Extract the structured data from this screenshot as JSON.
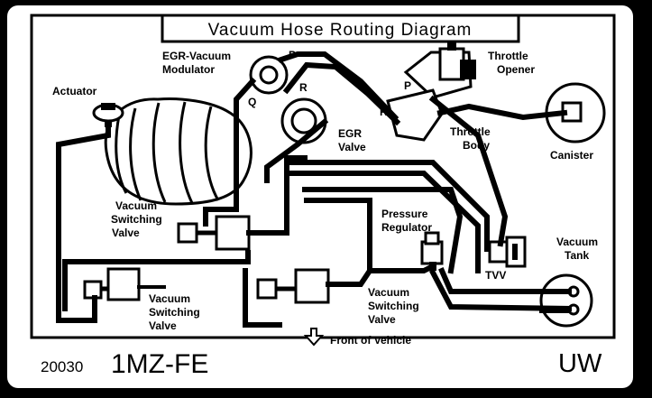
{
  "title": "Vacuum Hose Routing Diagram",
  "labels": {
    "actuator": "Actuator",
    "egr_modulator_1": "EGR-Vacuum",
    "egr_modulator_2": "Modulator",
    "egr_valve_1": "EGR",
    "egr_valve_2": "Valve",
    "throttle_opener_1": "Throttle",
    "throttle_opener_2": "Opener",
    "throttle_body_1": "Throttle",
    "throttle_body_2": "Body",
    "canister": "Canister",
    "vsv_upper_1": "Vacuum",
    "vsv_upper_2": "Switching",
    "vsv_upper_3": "Valve",
    "pressure_regulator_1": "Pressure",
    "pressure_regulator_2": "Regulator",
    "tvv": "TVV",
    "vacuum_tank_1": "Vacuum",
    "vacuum_tank_2": "Tank",
    "vsv_lower_left_1": "Vacuum",
    "vsv_lower_left_2": "Switching",
    "vsv_lower_left_3": "Valve",
    "vsv_lower_right_1": "Vacuum",
    "vsv_lower_right_2": "Switching",
    "vsv_lower_right_3": "Valve",
    "front_of_vehicle": "Front of Vehicle"
  },
  "ports": {
    "modulator_p": "P",
    "modulator_q": "Q",
    "modulator_r": "R",
    "opener_p": "P",
    "opener_r": "R"
  },
  "footer": {
    "code": "20030",
    "engine": "1MZ-FE",
    "suffix": "UW"
  }
}
